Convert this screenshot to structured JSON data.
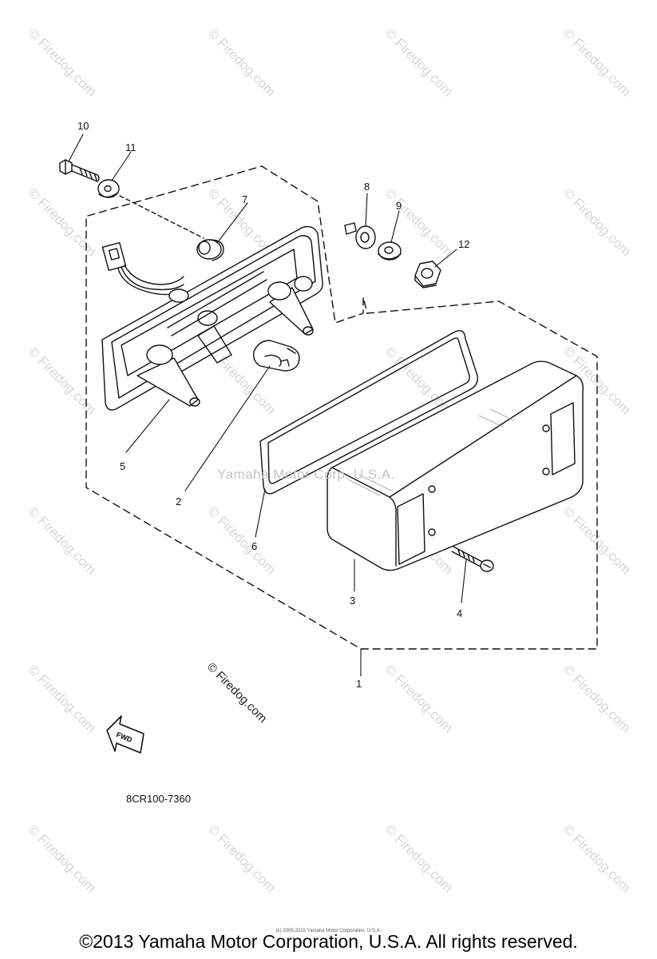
{
  "watermark_text": "Firedog.com",
  "center_watermark": "Yamaha Motor Corp. U.S.A.",
  "diagonal_firedog": "© Firedog.com",
  "part_labels": {
    "p1": "1",
    "p2": "2",
    "p3": "3",
    "p4": "4",
    "p5": "5",
    "p6": "6",
    "p7": "7",
    "p8": "8",
    "p9": "9",
    "p10": "10",
    "p11": "11",
    "p12": "12"
  },
  "fwd_label": "FWD",
  "diagram_code": "8CR100-7360",
  "fine_print": "(c) 2005-2015 Yamaha Motor Corporation, U.S.A.",
  "copyright": "©2013 Yamaha Motor Corporation, U.S.A. All rights reserved.",
  "colors": {
    "line": "#111111",
    "watermark": "#d6d6d6"
  }
}
